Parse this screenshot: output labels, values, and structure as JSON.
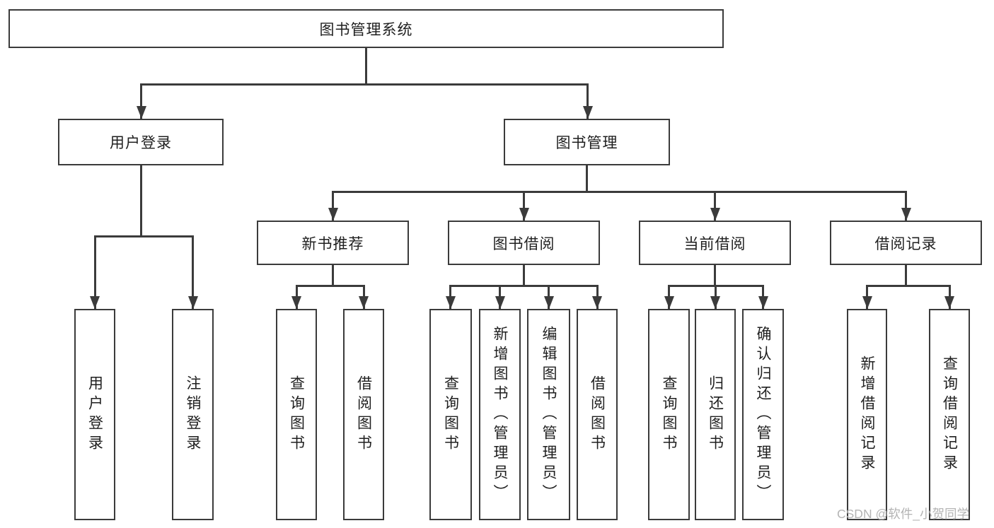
{
  "diagram": {
    "root": "图书管理系统",
    "level2": [
      "用户登录",
      "图书管理"
    ],
    "level3": [
      "新书推荐",
      "图书借阅",
      "当前借阅",
      "借阅记录"
    ],
    "leafGroups": [
      [
        "用户登录",
        "注销登录"
      ],
      [
        "查询图书",
        "借阅图书"
      ],
      [
        "查询图书",
        "新增图书（管理员）",
        "编辑图书（管理员）",
        "借阅图书"
      ],
      [
        "查询图书",
        "归还图书",
        "确认归还（管理员）"
      ],
      [
        "新增借阅记录",
        "查询借阅记录"
      ]
    ],
    "colors": {
      "line": "#3b3b3b",
      "text": "#1f1f1f",
      "box_background": "#ffffff",
      "watermark": "#b4b4b4"
    }
  },
  "watermark": "CSDN @软件_小贺同学"
}
